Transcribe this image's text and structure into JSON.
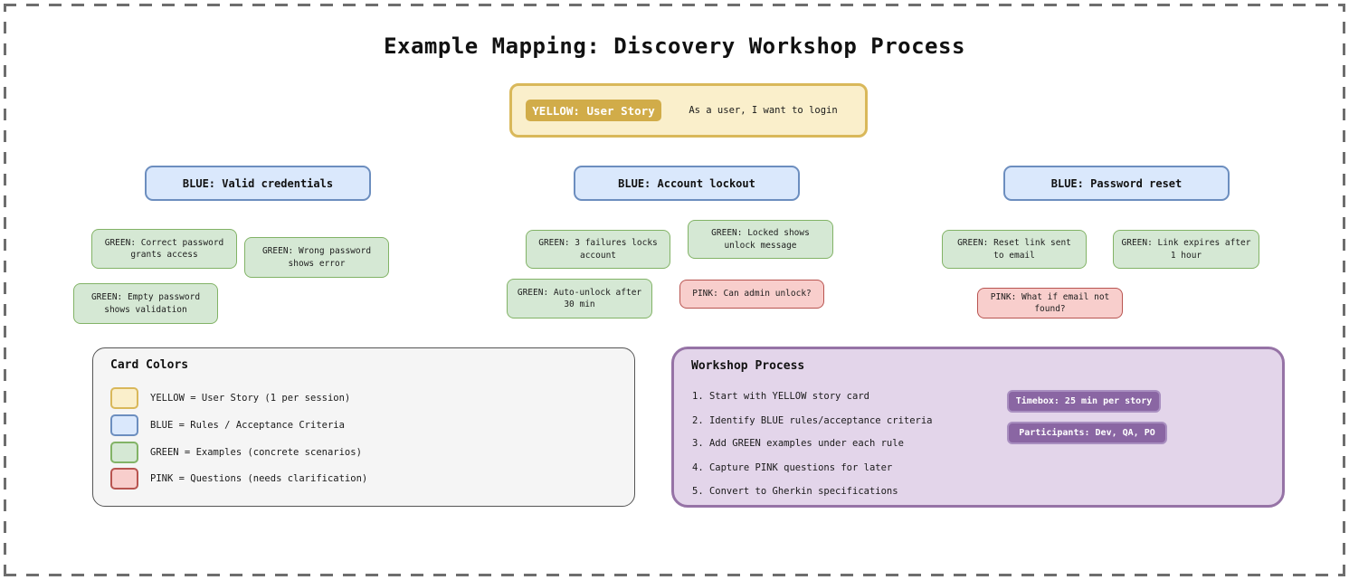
{
  "title": "Example Mapping: Discovery Workshop Process",
  "colors": {
    "yellow_fill": "#FAEFCB",
    "yellow_border": "#D9B85A",
    "yellow_badge": "#D1AC49",
    "blue_fill": "#DAE8FC",
    "blue_border": "#6C8EBF",
    "green_fill": "#D5E8D4",
    "green_border": "#82B366",
    "pink_fill": "#F8CECC",
    "pink_border": "#B85450",
    "purple_fill": "#E3D5EA",
    "purple_border": "#9673A6",
    "purple_badge": "#8A66A3",
    "frame_dash": "#6E6E6E"
  },
  "story_card": {
    "badge": "YELLOW: User Story",
    "text": "As a user, I want to login"
  },
  "rules": [
    {
      "label": "BLUE: Valid credentials"
    },
    {
      "label": "BLUE: Account lockout"
    },
    {
      "label": "BLUE: Password reset"
    }
  ],
  "examples": [
    "GREEN: Correct password grants access",
    "GREEN: Wrong password shows error",
    "GREEN: Empty password shows validation",
    "GREEN: 3 failures locks account",
    "GREEN: Locked shows unlock message",
    "GREEN: Auto-unlock after 30 min",
    "GREEN: Reset link sent to email",
    "GREEN: Link expires after 1 hour"
  ],
  "questions": [
    "PINK: Can admin unlock?",
    "PINK: What if email not found?"
  ],
  "legend": {
    "title": "Card Colors",
    "items": [
      {
        "label": "YELLOW = User Story (1 per session)",
        "fill": "#FAEFCB",
        "border": "#D9B85A"
      },
      {
        "label": "BLUE = Rules / Acceptance Criteria",
        "fill": "#DAE8FC",
        "border": "#6C8EBF"
      },
      {
        "label": "GREEN = Examples (concrete scenarios)",
        "fill": "#D5E8D4",
        "border": "#82B366"
      },
      {
        "label": "PINK = Questions (needs clarification)",
        "fill": "#F8CECC",
        "border": "#B85450"
      }
    ]
  },
  "process": {
    "title": "Workshop Process",
    "steps": [
      "1. Start with YELLOW story card",
      "2. Identify BLUE rules/acceptance criteria",
      "3. Add GREEN examples under each rule",
      "4. Capture PINK questions for later",
      "5. Convert to Gherkin specifications"
    ],
    "badges": [
      "Timebox: 25 min per story",
      "Participants: Dev, QA, PO"
    ]
  }
}
